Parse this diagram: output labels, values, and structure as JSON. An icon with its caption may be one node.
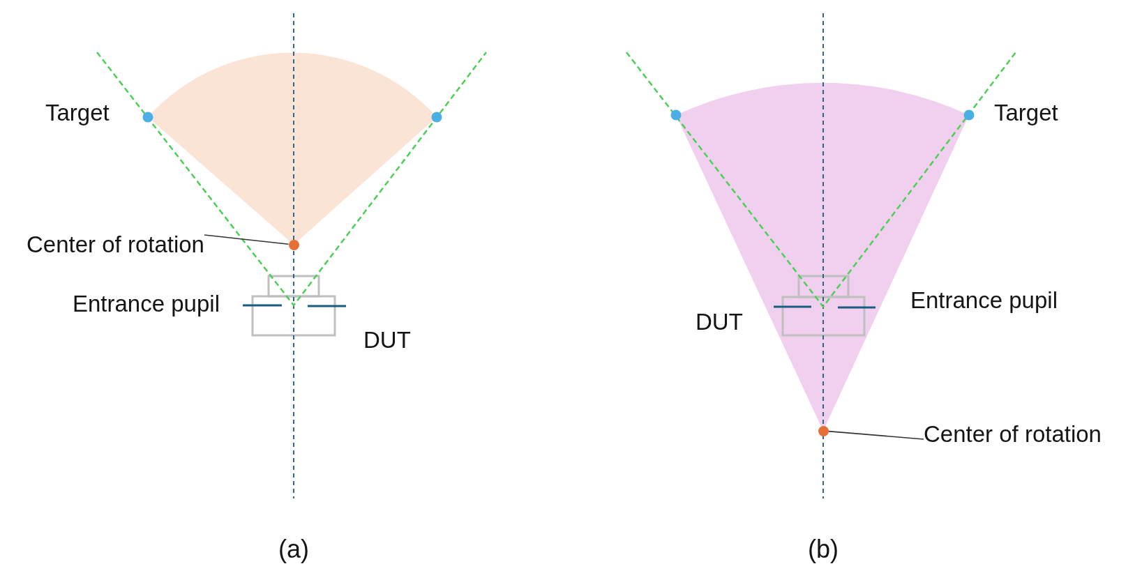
{
  "diagram": {
    "nodes": [
      {
        "text": [
          "Center of rotation"
        ]
      },
      {
        "text": [],
        "shape": "circle"
      },
      {
        "text": [
          "Center of rotation"
        ]
      },
      {
        "text": [],
        "shape": "circle"
      }
    ],
    "edges": [
      {
        "from": 0,
        "to": 1,
        "arrow": "none"
      },
      {
        "from": 2,
        "to": 3,
        "arrow": "none"
      }
    ],
    "labels": [
      "Target",
      "Entrance pupil",
      "DUT",
      "(a)",
      "Target",
      "Entrance pupil",
      "DUT",
      "(b)"
    ]
  }
}
